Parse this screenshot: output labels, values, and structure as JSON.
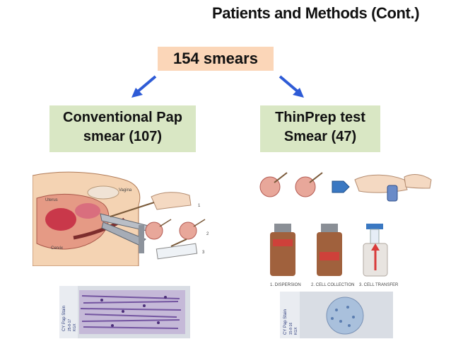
{
  "slide": {
    "title": "Patients and Methods (Cont.)"
  },
  "diagram": {
    "root": "154 smears",
    "left_branch": {
      "line1": "Conventional Pap",
      "line2": "smear (107)"
    },
    "right_branch": {
      "line1": "ThinPrep test",
      "line2": "Smear (47)"
    },
    "arrow_color": "#2e5bd6"
  },
  "illustrations": {
    "left_anatomy_labels": [
      "Uterus",
      "Vagina",
      "Cervix"
    ],
    "left_step_numbers": [
      "1",
      "2",
      "3"
    ],
    "slide_label_left": [
      "CY Pap Stain",
      "25-8-17",
      "KGX"
    ],
    "slide_label_right": [
      "CY Pap Stain",
      "15-8-16",
      "KGX"
    ],
    "thinprep_steps": [
      "1. DISPERSION",
      "2. CELL COLLECTION",
      "3. CELL TRANSFER"
    ]
  },
  "colors": {
    "root_box": "#fbd6b8",
    "branch_box": "#d9e7c4",
    "stain_purple": "#6b4a9a"
  }
}
